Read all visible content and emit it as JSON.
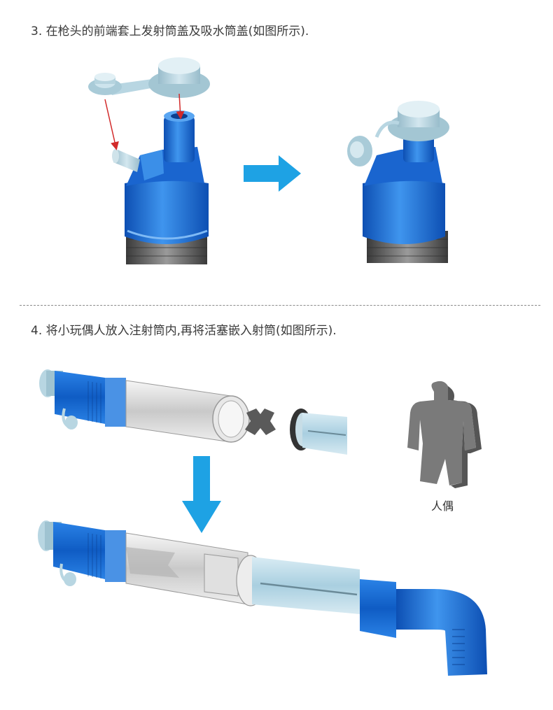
{
  "step3": {
    "title": "3. 在枪头的前端套上发射筒盖及吸水筒盖(如图所示)."
  },
  "step4": {
    "title": "4. 将小玩偶人放入注射筒内,再将活塞嵌入射筒(如图所示)."
  },
  "figure": {
    "label": "人偶"
  },
  "colors": {
    "blue": "#1f6fd6",
    "blue_light": "#4aa0f0",
    "cap": "#b8d6e2",
    "arrow": "#1ea2e4",
    "red_arrow": "#d22a2a",
    "gray": "#7a7a7a"
  },
  "icons": [
    "right-arrow-icon",
    "down-arrow-icon",
    "figure-icon"
  ]
}
